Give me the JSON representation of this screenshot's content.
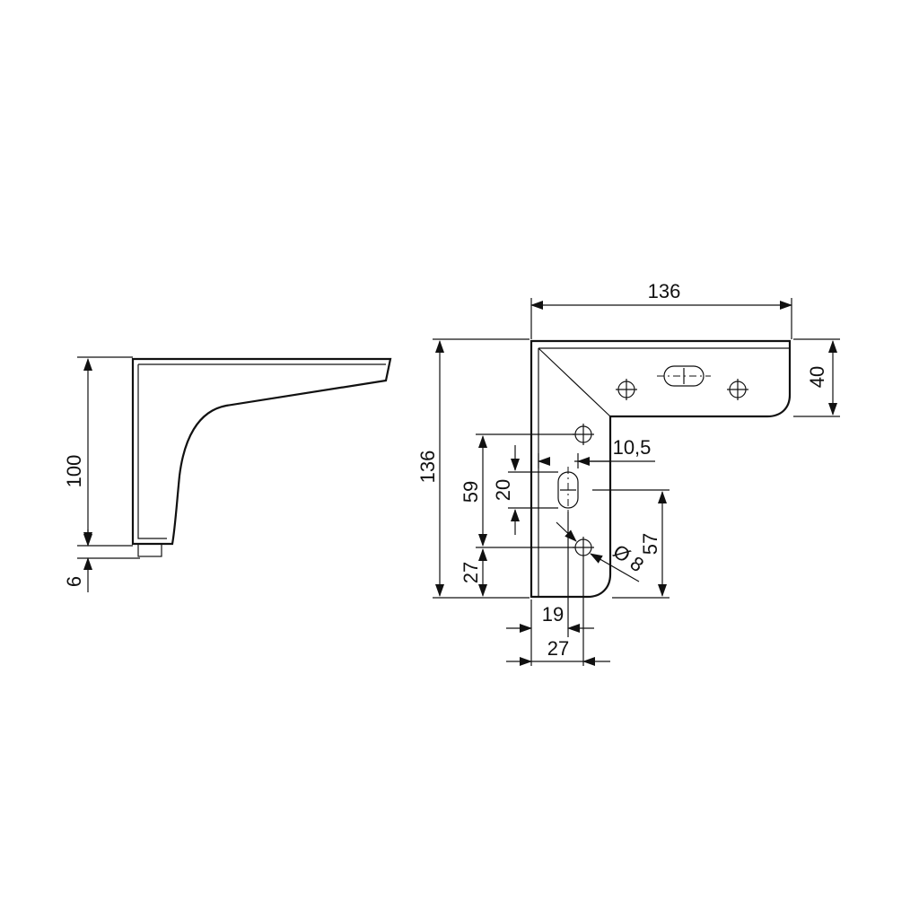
{
  "side_view": {
    "dims": {
      "height": "100",
      "foot": "6"
    }
  },
  "front_view": {
    "dims": {
      "overall_width": "136",
      "overall_height": "136",
      "top_plate_height": "40",
      "offset_10_5": "10,5",
      "slot_length": "20",
      "hole_spacing": "59",
      "lower_hole_height": "27",
      "slot_height": "57",
      "hole_diameter": "Ø 8",
      "hole_x_19": "19",
      "hole_x_27": "27"
    }
  }
}
